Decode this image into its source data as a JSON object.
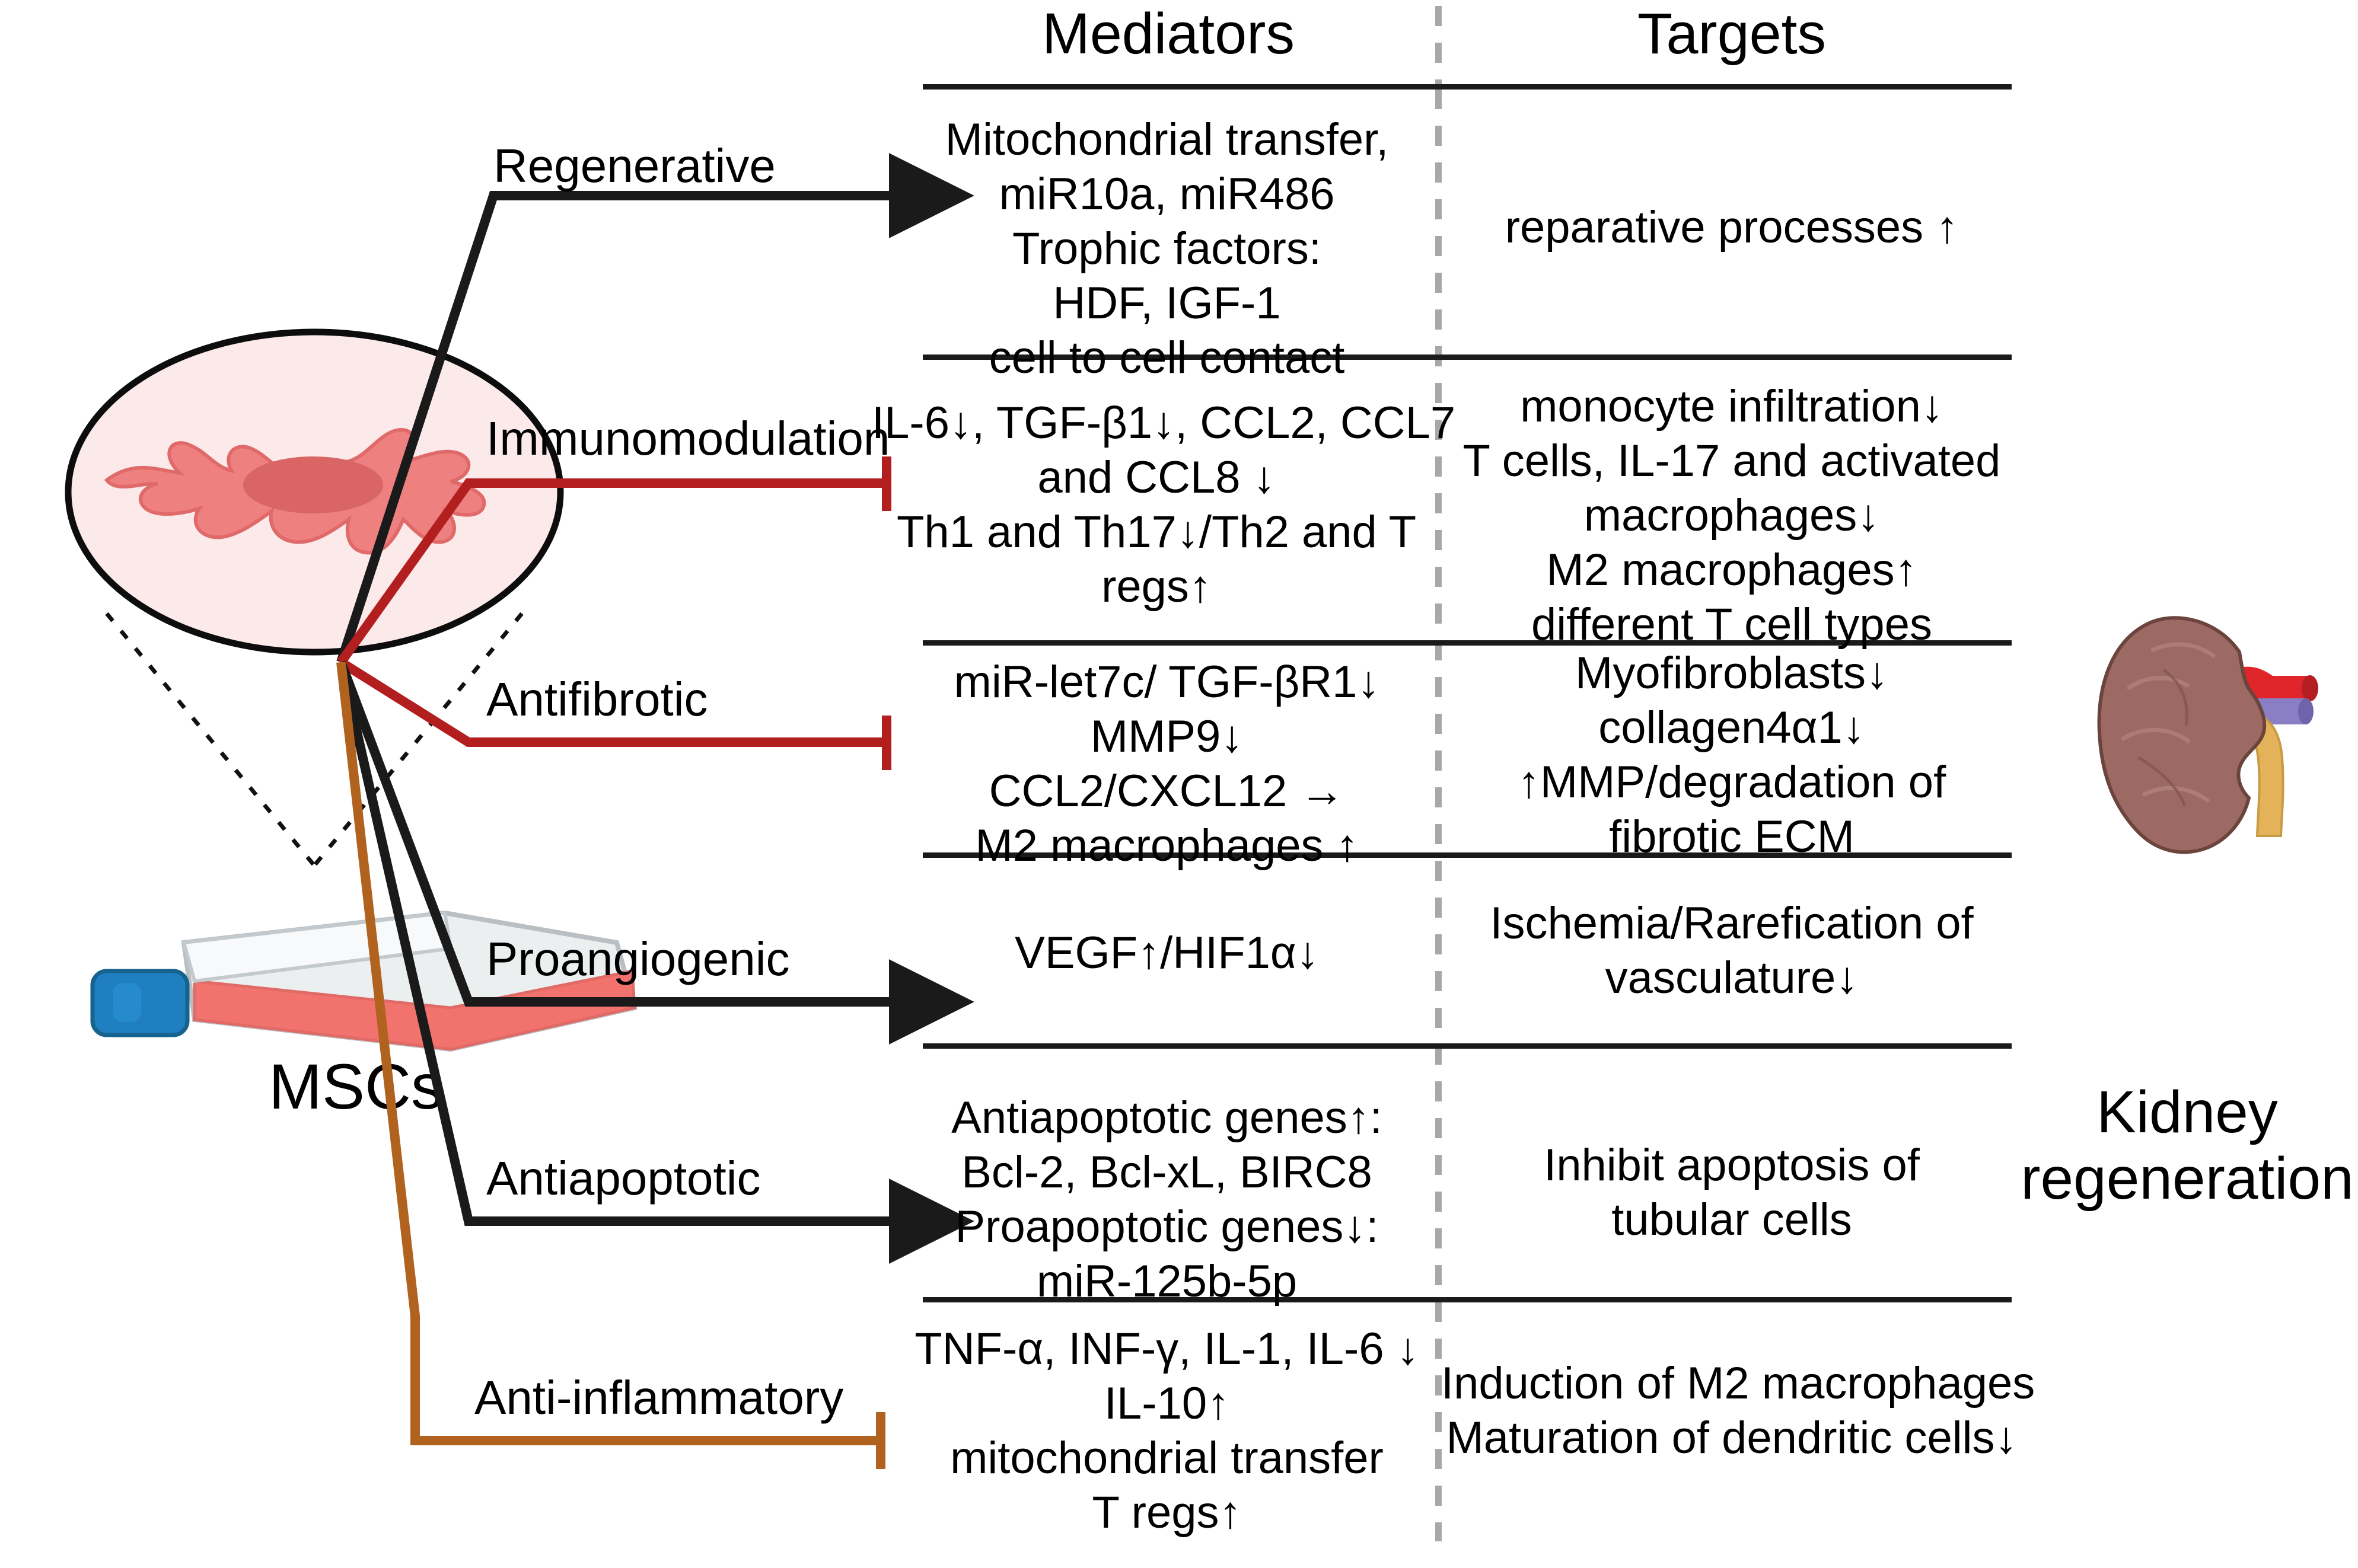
{
  "figure": {
    "source_label": "MSCs",
    "outcome_label_line1": "Kidney",
    "outcome_label_line2": "regeneration",
    "columns": {
      "mediators": "Mediators",
      "targets": "Targets"
    },
    "colors": {
      "promote_arrow": "#1a1a1a",
      "inhibit_red": "#b31f1f",
      "inhibit_brown": "#b0621e",
      "rule": "#1a1a1a",
      "dashed_divider": "#a8a8a8",
      "cell_circle_fill": "#fce9e9",
      "cell_body": "#ee8080",
      "cell_nucleus": "#d96565",
      "flask_cap": "#1f7fc0",
      "flask_media": "#f2736e",
      "kidney_body": "#9c6a62",
      "kidney_artery": "#e0262b",
      "kidney_vein": "#8a7fc4",
      "kidney_ureter": "#e3b259"
    },
    "rows": [
      {
        "branch": "Regenerative",
        "connector": "arrow",
        "connector_color": "promote_arrow",
        "mediators": [
          "Mitochondrial transfer,",
          "miR10a, miR486",
          "Trophic factors:",
          "HDF, IGF-1",
          "cell to cell contact"
        ],
        "targets": [
          "reparative processes ↑"
        ]
      },
      {
        "branch": "Immunomodulation",
        "connector": "inhibit",
        "connector_color": "inhibit_red",
        "mediators": [
          "IL-6↓, TGF-β1↓, CCL2, CCL7",
          "and CCL8 ↓",
          "Th1 and Th17↓/Th2 and T",
          "regs↑"
        ],
        "targets": [
          "monocyte infiltration↓",
          "T cells, IL-17 and activated",
          "macrophages↓",
          "M2 macrophages↑",
          "different T cell types"
        ]
      },
      {
        "branch": "Antifibrotic",
        "connector": "inhibit",
        "connector_color": "inhibit_red",
        "mediators": [
          "miR-let7c/ TGF-βR1↓",
          "MMP9↓",
          "CCL2/CXCL12 →",
          "M2 macrophages ↑"
        ],
        "targets": [
          "Myofibroblasts↓",
          "collagen4α1↓",
          "↑MMP/degradation of",
          "fibrotic ECM"
        ]
      },
      {
        "branch": "Proangiogenic",
        "connector": "arrow",
        "connector_color": "promote_arrow",
        "mediators": [
          "VEGF↑/HIF1α↓"
        ],
        "targets": [
          "Ischemia/Rarefication of",
          "vasculature↓"
        ]
      },
      {
        "branch": "Antiapoptotic",
        "connector": "arrow",
        "connector_color": "promote_arrow",
        "mediators": [
          "Antiapoptotic genes↑:",
          "Bcl-2, Bcl-xL, BIRC8",
          "Proapoptotic genes↓:",
          "miR-125b-5p"
        ],
        "targets": [
          "Inhibit  apoptosis of",
          "tubular cells"
        ]
      },
      {
        "branch": "Anti-inflammatory",
        "connector": "inhibit",
        "connector_color": "inhibit_brown",
        "mediators": [
          "TNF-α, INF-γ, IL-1, IL-6 ↓",
          "IL-10↑",
          "mitochondrial transfer",
          "T regs↑"
        ],
        "targets": [
          "Induction of M2 macrophages",
          "Maturation of dendritic cells↓"
        ]
      }
    ]
  }
}
